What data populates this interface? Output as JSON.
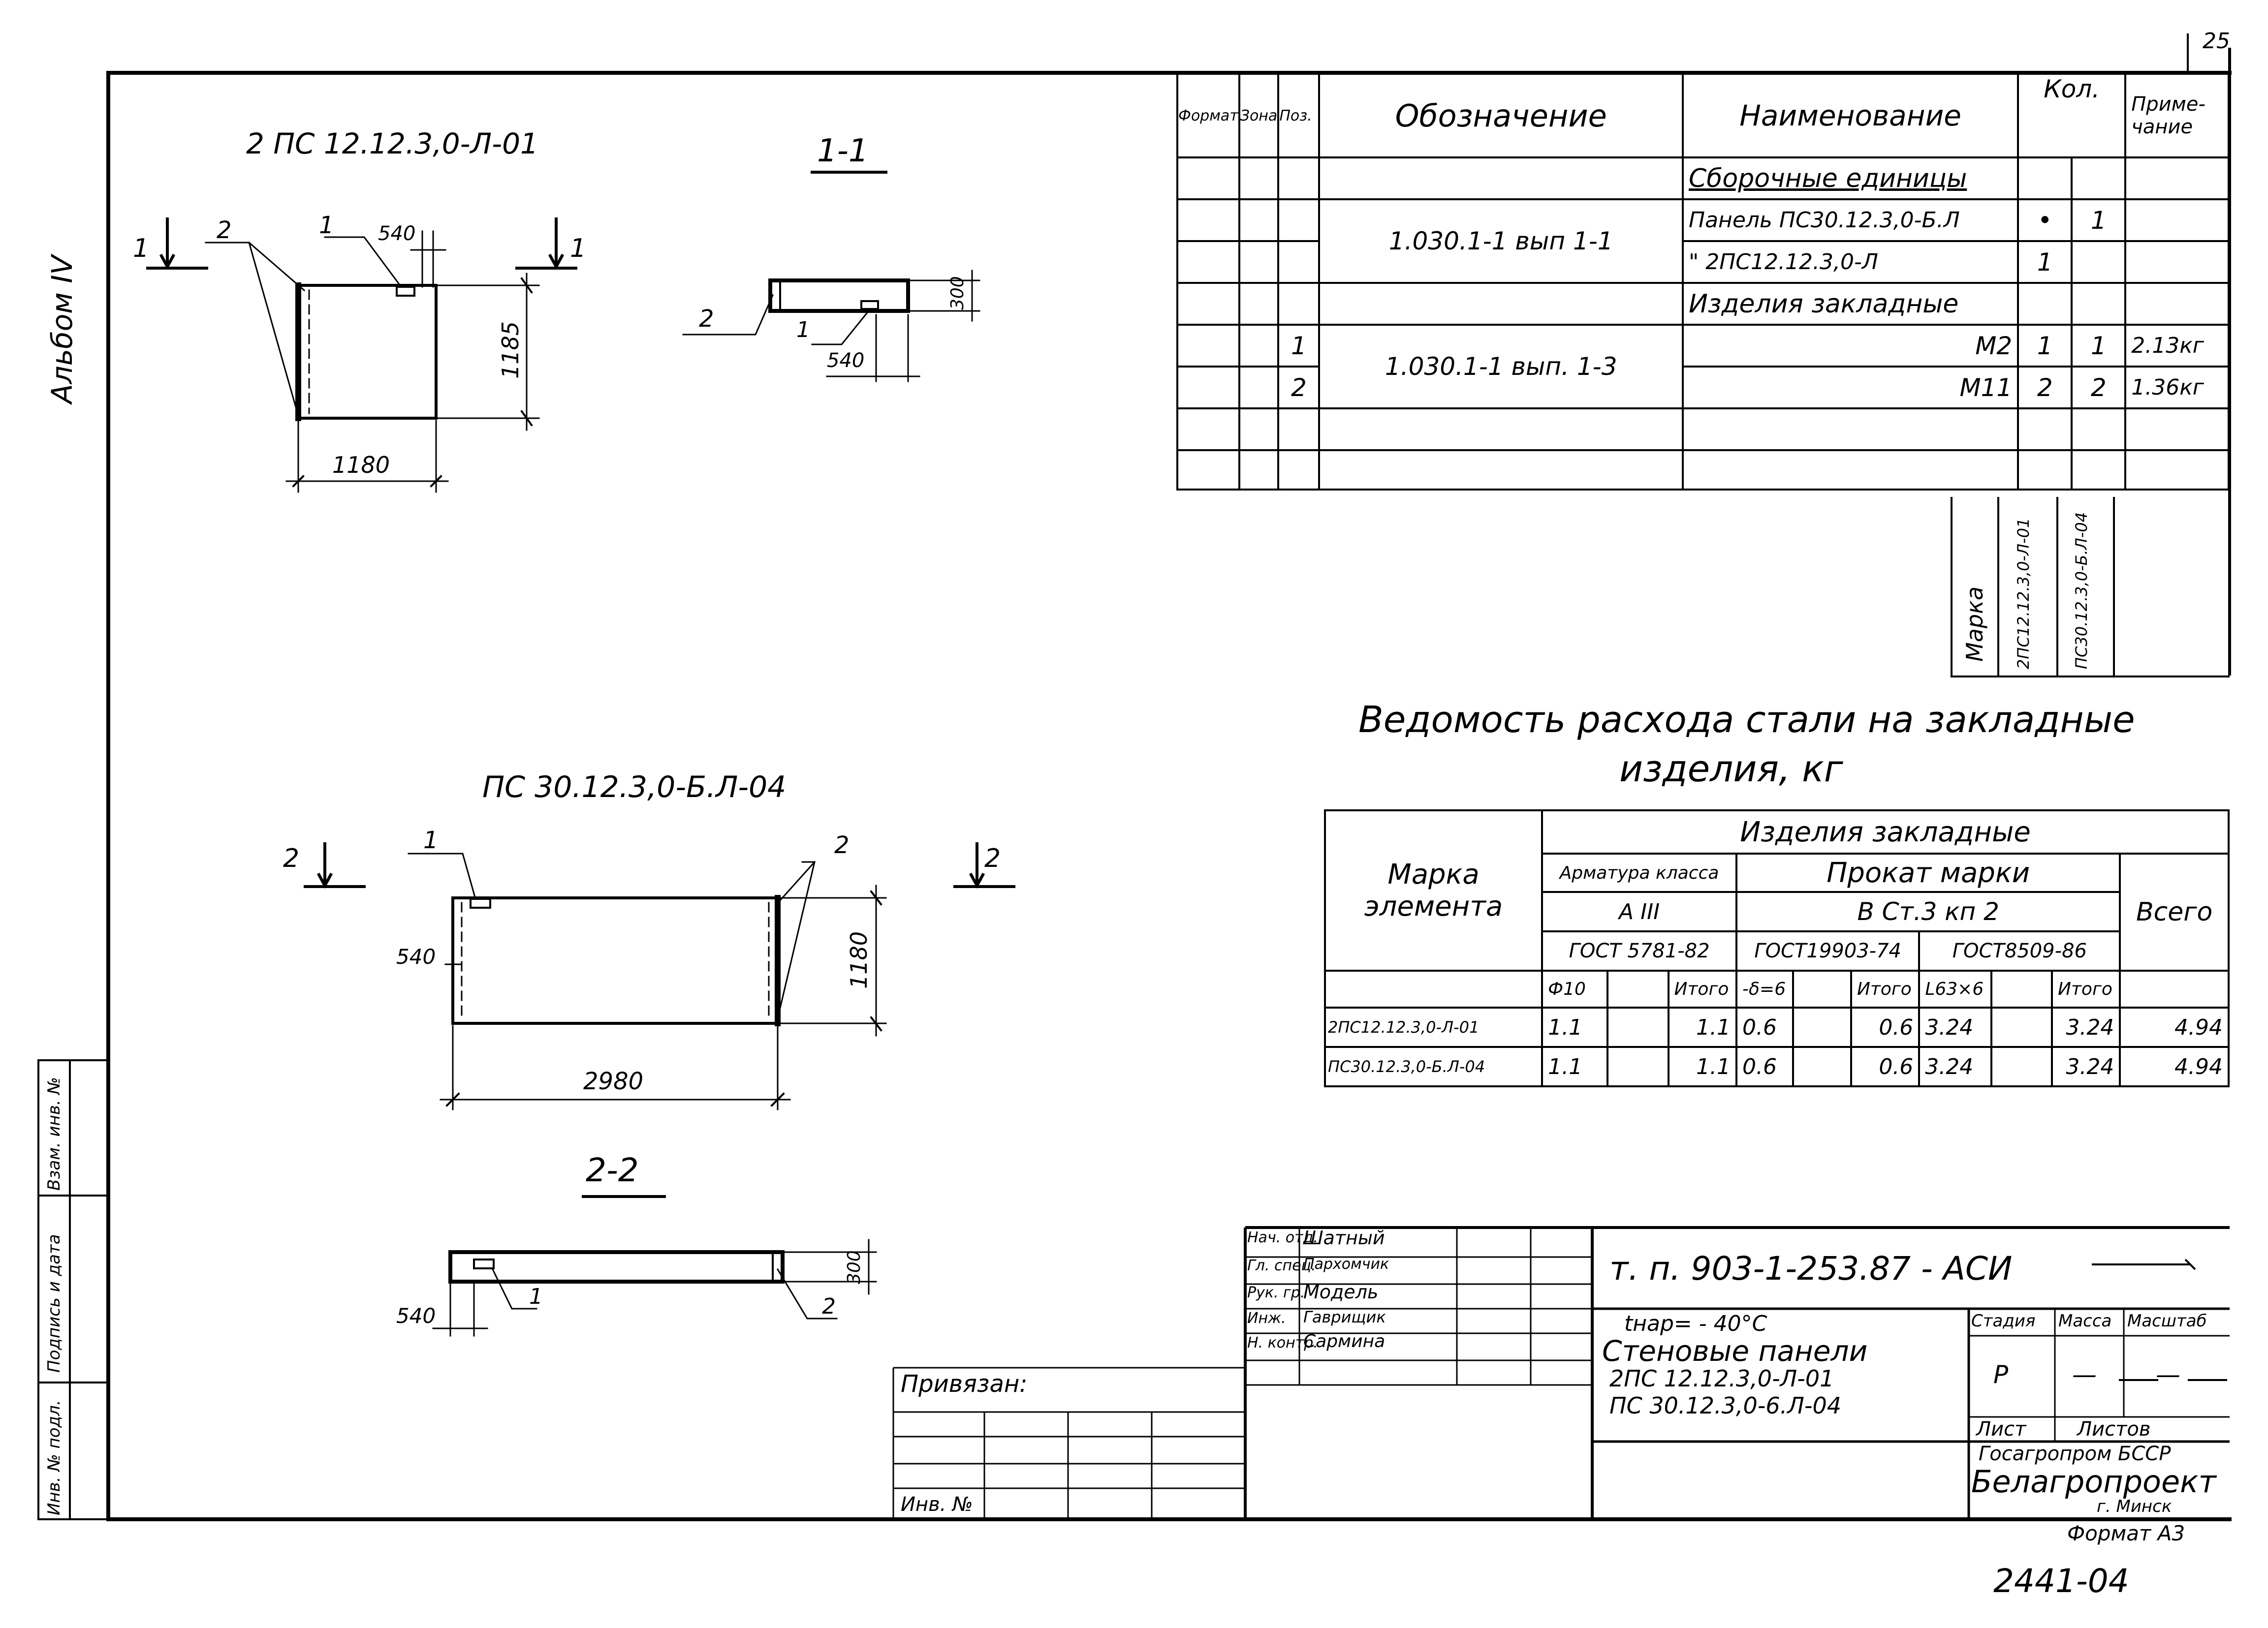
{
  "sheet": {
    "page_number": "25",
    "album": "Альбом IV",
    "code": "2441-04",
    "format": "Формат А3"
  },
  "views": {
    "panel1_title": "2 ПС 12.12.3,0-Л-01",
    "panel2_title": "ПС 30.12.3,0-Б.Л-04",
    "section1": "1-1",
    "section2": "2-2",
    "cut1": "1",
    "cut2": "2",
    "pos1": "1",
    "pos2": "2",
    "dim_540": "540",
    "dim_1185": "1185",
    "dim_1180": "1180",
    "dim_300": "300",
    "dim_2980": "2980"
  },
  "spec": {
    "headers": {
      "format": "Формат",
      "zone": "Зона",
      "pos": "Поз.",
      "designation": "Обозначение",
      "name": "Наименование",
      "qty": "Кол.",
      "note": "Приме-чание"
    },
    "rows": [
      {
        "pos": "",
        "designation": "",
        "name": "Сборочные единицы",
        "q1": "",
        "q2": "",
        "note": ""
      },
      {
        "pos": "",
        "designation": "1.030.1-1 вып 1-1",
        "name": "Панель ПС30.12.3,0-Б.Л",
        "q1": "•",
        "q2": "1",
        "note": ""
      },
      {
        "pos": "",
        "designation": "",
        "name": "\"      2ПС12.12.3,0-Л",
        "q1": "1",
        "q2": "",
        "note": ""
      },
      {
        "pos": "",
        "designation": "",
        "name": "Изделия закладные",
        "q1": "",
        "q2": "",
        "note": ""
      },
      {
        "pos": "1",
        "designation": "1.030.1-1 вып. 1-3",
        "name": "М2",
        "q1": "1",
        "q2": "1",
        "note": "2.13кг"
      },
      {
        "pos": "2",
        "designation": "",
        "name": "М11",
        "q1": "2",
        "q2": "2",
        "note": "1.36кг"
      }
    ],
    "marka_label": "Марка",
    "marka_1": "2ПС12.12.3,0-Л-01",
    "marka_2": "ПС30.12.3,0-Б.Л-04"
  },
  "steel": {
    "title_line1": "Ведомость расхода стали на закладные",
    "title_line2": "изделия, кг",
    "h_items": "Изделия закладные",
    "h_element": "Марка элемента",
    "h_armatura": "Арматура класса",
    "h_armatura_class": "А III",
    "h_prokat": "Прокат марки",
    "h_prokat_grade": "В Ст.3 кп 2",
    "h_total": "Всего",
    "h_gost1": "ГОСТ 5781-82",
    "h_gost2": "ГОСТ19903-74",
    "h_gost3": "ГОСТ8509-86",
    "h_sub": [
      "Ф10",
      "",
      "Итого",
      "-δ=6",
      "",
      "Итого",
      "L63×6",
      "",
      "Итого"
    ],
    "rows": [
      {
        "mark": "2ПС12.12.3,0-Л-01",
        "v": [
          "1.1",
          "",
          "1.1",
          "0.6",
          "",
          "0.6",
          "3.24",
          "",
          "3.24"
        ],
        "total": "4.94"
      },
      {
        "mark": "ПС30.12.3,0-Б.Л-04",
        "v": [
          "1.1",
          "",
          "1.1",
          "0.6",
          "",
          "0.6",
          "3.24",
          "",
          "3.24"
        ],
        "total": "4.94"
      }
    ]
  },
  "title_block": {
    "staff": [
      {
        "role": "Нач. отд.",
        "name": "Шатный"
      },
      {
        "role": "Гл. спец.",
        "name": "Пархомчик"
      },
      {
        "role": "Рук. гр.",
        "name": "Модель"
      },
      {
        "role": "Инж.",
        "name": "Гаврищик"
      },
      {
        "role": "Н. контр.",
        "name": "Сармина"
      }
    ],
    "doc_code": "т. п.        903-1-253.87       - АСИ",
    "temp": "tнар= - 40°C",
    "name_line1": "Стеновые панели",
    "name_line2": "2ПС 12.12.3,0-Л-01",
    "name_line3": "ПС 30.12.3,0-6.Л-04",
    "stage_h": "Стадия",
    "mass_h": "Масса",
    "scale_h": "Масштаб",
    "stage": "Р",
    "mass": "—",
    "scale": "—",
    "sheet_h": "Лист",
    "sheets_h": "Листов",
    "org1": "Госагропром БССР",
    "org2": "Белагропроект",
    "city": "г. Минск",
    "privyazan": "Привязан:",
    "inv": "Инв. №"
  },
  "left_strip": {
    "inv_orig": "Инв. № подл.",
    "sign_date": "Подпись и дата",
    "vzam": "Взам. инв. №"
  }
}
